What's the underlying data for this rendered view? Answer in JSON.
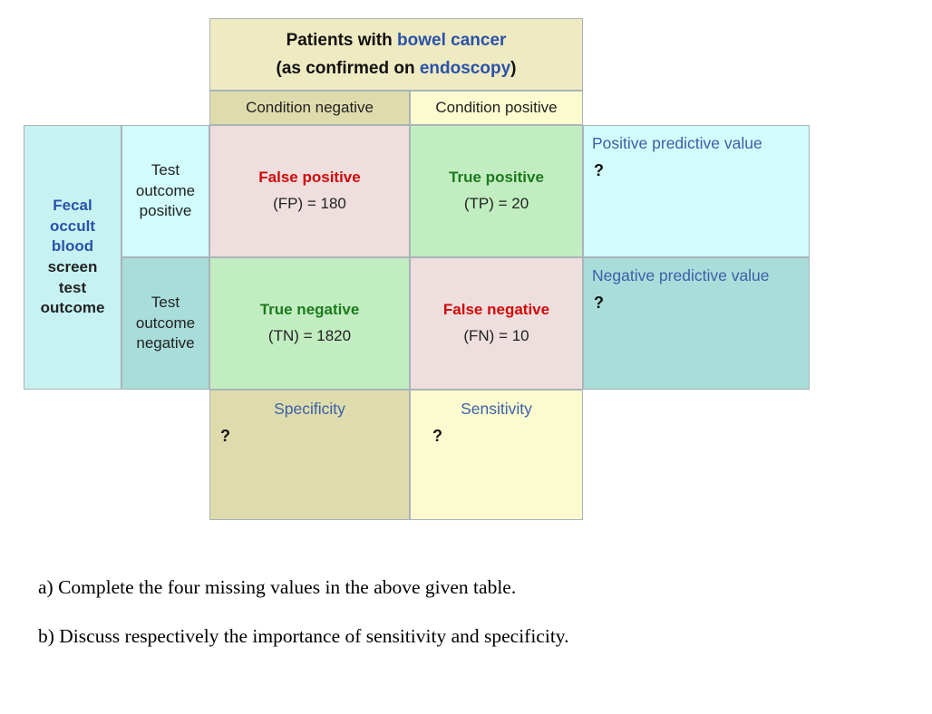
{
  "table": {
    "title": {
      "line1_prefix": "Patients with ",
      "line1_highlight": "bowel cancer",
      "line2_prefix": "(as confirmed on ",
      "line2_highlight": "endoscopy",
      "line2_suffix": ")"
    },
    "column_headers": {
      "negative": "Condition negative",
      "positive": "Condition positive"
    },
    "row_group_label": {
      "blue_lines": [
        "Fecal",
        "occult",
        "blood"
      ],
      "black_lines": [
        "screen",
        "test",
        "outcome"
      ]
    },
    "row_headers": {
      "positive": [
        "Test",
        "outcome",
        "positive"
      ],
      "negative": [
        "Test",
        "outcome",
        "negative"
      ]
    },
    "cells": {
      "false_positive": {
        "label": "False positive",
        "value": "(FP) = 180"
      },
      "true_positive": {
        "label": "True positive",
        "value": "(TP) = 20"
      },
      "true_negative": {
        "label": "True negative",
        "value": "(TN) = 1820"
      },
      "false_negative": {
        "label": "False negative",
        "value": "(FN) = 10"
      }
    },
    "derived": {
      "ppv": {
        "label": "Positive predictive value",
        "value": "?"
      },
      "npv": {
        "label": "Negative predictive value",
        "value": "?"
      },
      "specificity": {
        "label": "Specificity",
        "value": "?"
      },
      "sensitivity": {
        "label": "Sensitivity",
        "value": "?"
      }
    }
  },
  "questions": [
    "a) Complete the four missing values in the above given table.",
    "b) Discuss respectively the importance of sensitivity and specificity."
  ],
  "colors": {
    "title_band": "#eeeac2",
    "olive": "#dedcac",
    "cream": "#fbfbcf",
    "cyan": "#c6f3f2",
    "cyan_light": "#d2fbfb",
    "teal": "#a8ddda",
    "pink": "#eedede",
    "green": "#c1edc1",
    "blue_text": "#2b52a8",
    "red_text": "#cf0a0a",
    "green_text": "#1d7a1d",
    "border": "#a9b3b8"
  }
}
